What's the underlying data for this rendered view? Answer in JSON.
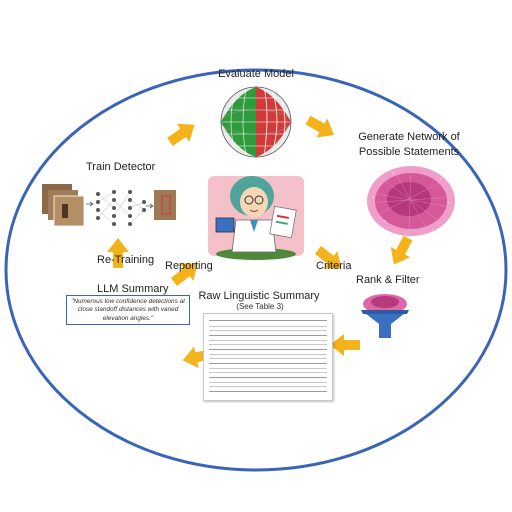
{
  "diagram": {
    "nodes": {
      "evaluate_model": "Evaluate Model",
      "generate_network_line1": "Generate Network of",
      "generate_network_line2": "Possible Statements",
      "train_detector": "Train Detector",
      "rank_filter": "Rank & Filter",
      "raw_summary": "Raw Linguistic Summary",
      "raw_summary_sub": "(See Table 3)",
      "llm_summary": "LLM Summary",
      "llm_quote": "\"Numerous low confidence detections at close standoff distances with varied elevation angles.\""
    },
    "edges": {
      "retraining": "Re-Training",
      "reporting": "Reporting",
      "criteria": "Criteria"
    },
    "colors": {
      "ellipse": "#3a64b8",
      "arrow": "#f4b21b",
      "sphere_green": "#2e9b3c",
      "sphere_red": "#d23a3a",
      "network": "#d0368a",
      "funnel": "#3a70c2"
    }
  }
}
